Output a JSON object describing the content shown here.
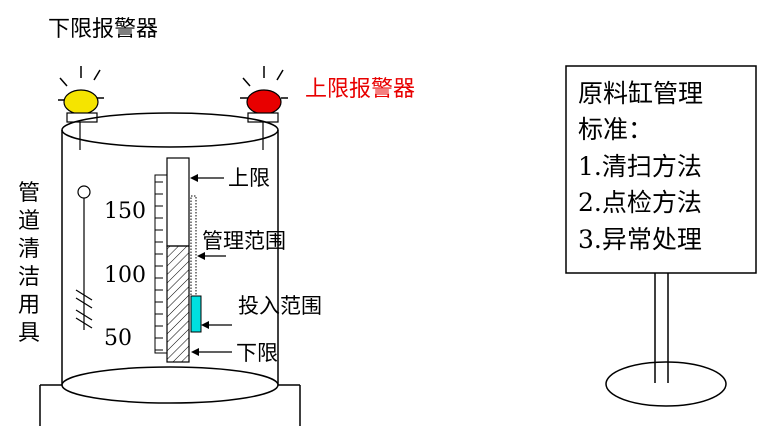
{
  "alarms": {
    "lower_label": "下限报警器",
    "upper_label": "上限报警器",
    "lower_color": "#f5e400",
    "upper_color": "#e80000",
    "label_upper_color": "#e80000"
  },
  "tank": {
    "side_label": "管道清洁用具",
    "scale_marks": [
      "150",
      "100",
      "50"
    ],
    "upper_limit": "上限",
    "manage_range": "管理范围",
    "input_range": "投入范围",
    "lower_limit": "下限",
    "input_color": "#00e0e0"
  },
  "sign": {
    "lines": [
      "原料缸管理",
      "标准：",
      "1.清扫方法",
      "2.点检方法",
      "3.异常处理"
    ]
  }
}
